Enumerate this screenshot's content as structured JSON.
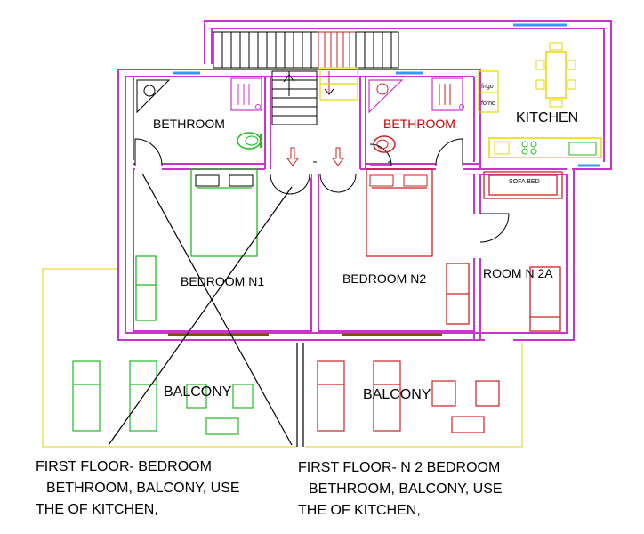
{
  "rooms": {
    "bathroom_left": "BETHROOM",
    "bathroom_right": "BETHROOM",
    "kitchen": "KITCHEN",
    "bedroom_n1": "BEDROOM N1",
    "bedroom_n2": "BEDROOM N2",
    "room_n2a": "ROOM N 2A",
    "balcony_left": "BALCONY",
    "balcony_right": "BALCONY"
  },
  "appliances": {
    "fridge": "frigo",
    "oven": "forno",
    "sofa_bed": "SOFA BED"
  },
  "captions": {
    "left": [
      "FIRST FLOOR- BEDROOM",
      "BETHROOM, BALCONY, USE",
      "THE OF KITCHEN,"
    ],
    "right": [
      "FIRST FLOOR- N 2 BEDROOM",
      "BETHROOM, BALCONY, USE",
      "THE OF KITCHEN,"
    ]
  },
  "colors": {
    "wall": "#cc33cc",
    "left_furniture": "#22bb22",
    "right_furniture": "#cc2222",
    "balcony_outline": "#e8e060",
    "kitchen_yellow": "#e6d800",
    "window_blue": "#3399ff",
    "cross_lines": "#000000"
  }
}
